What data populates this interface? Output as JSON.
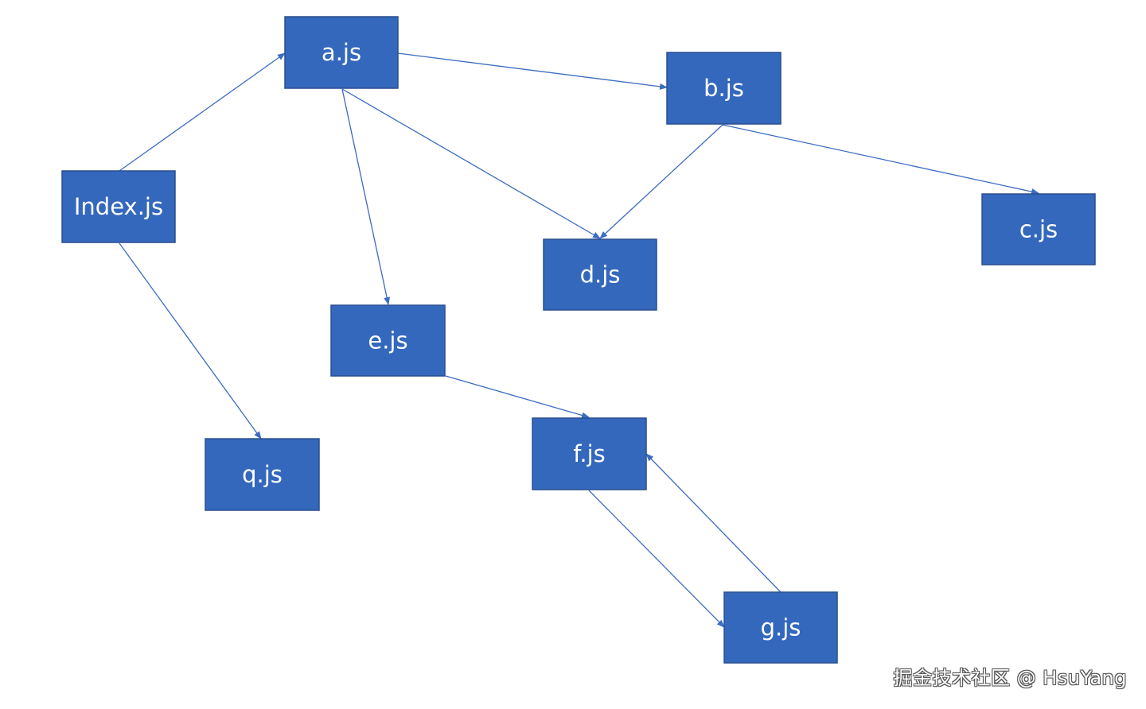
{
  "nodes": [
    {
      "id": "index",
      "label": "Index.js"
    },
    {
      "id": "a",
      "label": "a.js"
    },
    {
      "id": "b",
      "label": "b.js"
    },
    {
      "id": "c",
      "label": "c.js"
    },
    {
      "id": "d",
      "label": "d.js"
    },
    {
      "id": "e",
      "label": "e.js"
    },
    {
      "id": "f",
      "label": "f.js"
    },
    {
      "id": "g",
      "label": "g.js"
    },
    {
      "id": "q",
      "label": "q.js"
    }
  ],
  "edges": [
    {
      "from": "index",
      "to": "a"
    },
    {
      "from": "index",
      "to": "q"
    },
    {
      "from": "a",
      "to": "b"
    },
    {
      "from": "a",
      "to": "d"
    },
    {
      "from": "a",
      "to": "e"
    },
    {
      "from": "b",
      "to": "d"
    },
    {
      "from": "b",
      "to": "c"
    },
    {
      "from": "e",
      "to": "f"
    },
    {
      "from": "f",
      "to": "g"
    },
    {
      "from": "g",
      "to": "f"
    }
  ],
  "colors": {
    "node_fill": "#3468BD",
    "node_text": "#FFFFFF",
    "edge": "#3B6CC0"
  },
  "watermark": "掘金技术社区 @ HsuYang"
}
